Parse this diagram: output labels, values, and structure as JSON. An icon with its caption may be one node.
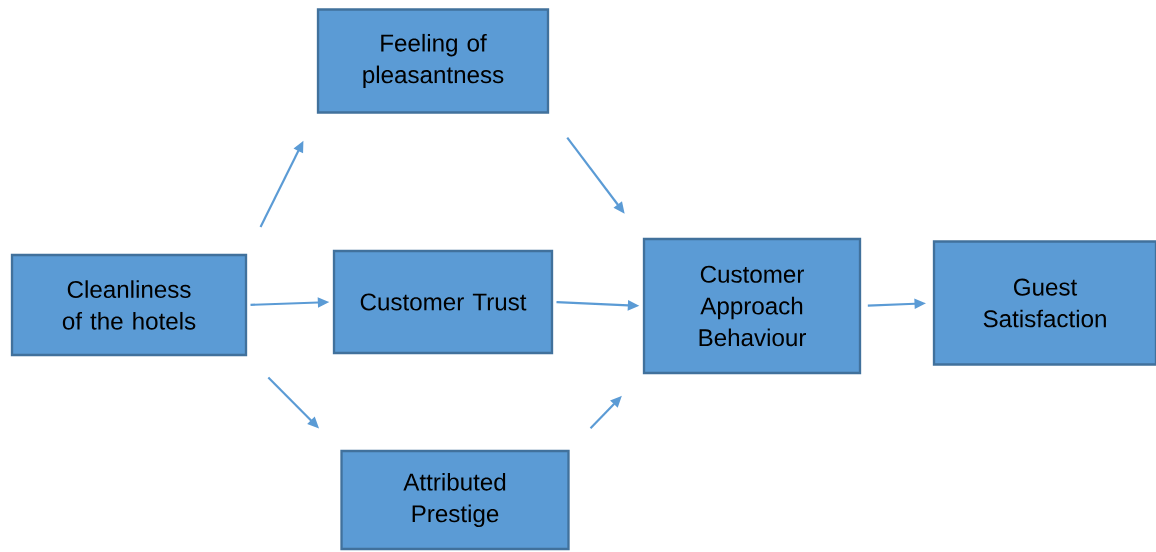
{
  "diagram": {
    "nodes": [
      {
        "text": [
          "Cleanliness of the hotels"
        ]
      },
      {
        "text": [
          "Feeling of pleasantness"
        ]
      },
      {
        "text": [
          "Customer Trust"
        ]
      },
      {
        "text": [
          "Attributed Prestige"
        ]
      },
      {
        "text": [
          "Customer Approach Behaviour"
        ]
      },
      {
        "text": [
          "Guest Satisfaction"
        ]
      }
    ],
    "edges": [
      {
        "from": 0,
        "to": 1,
        "arrow": "to"
      },
      {
        "from": 0,
        "to": 2,
        "arrow": "to"
      },
      {
        "from": 0,
        "to": 3,
        "arrow": "to"
      },
      {
        "from": 1,
        "to": 4,
        "arrow": "to"
      },
      {
        "from": 2,
        "to": 4,
        "arrow": "to"
      },
      {
        "from": 3,
        "to": 4,
        "arrow": "to"
      },
      {
        "from": 4,
        "to": 5,
        "arrow": "to"
      }
    ]
  }
}
